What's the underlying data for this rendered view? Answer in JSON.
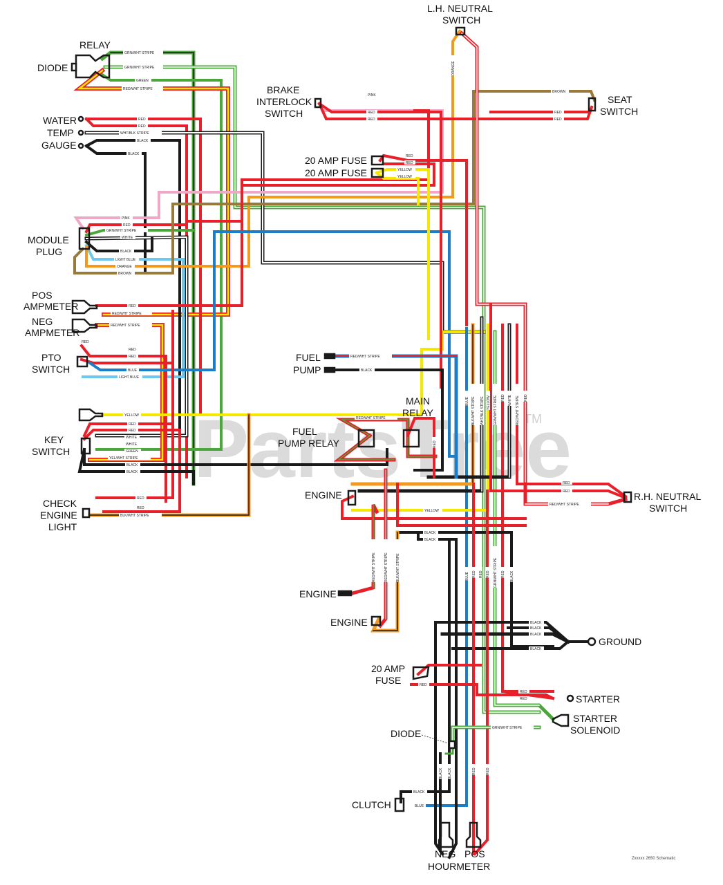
{
  "title": "Zeon wiring schematic",
  "caption": "Zxxxxx 2650 Schematic",
  "watermark": {
    "text": "PartsTree",
    "trademark": "TM"
  },
  "colors": {
    "red": "#e8202a",
    "black": "#1a1a1a",
    "green": "#4aa83a",
    "yellow": "#f5e800",
    "orange": "#f39a1e",
    "brown": "#9a7a3a",
    "pink": "#f0a8c8",
    "blue": "#1a7fc8",
    "light_blue": "#6cc8ef",
    "white": "#ffffff"
  },
  "components": {
    "relay": "RELAY",
    "diode_top": "DIODE",
    "water_temp_gauge": [
      "WATER",
      "TEMP",
      "GAUGE"
    ],
    "module_plug": [
      "MODULE",
      "PLUG"
    ],
    "pos_ampmeter": [
      "POS",
      "AMPMETER"
    ],
    "neg_ampmeter": [
      "NEG",
      "AMPMETER"
    ],
    "pto_switch": [
      "PTO",
      "SWITCH"
    ],
    "key_switch": [
      "KEY",
      "SWITCH"
    ],
    "check_engine_light": [
      "CHECK",
      "ENGINE",
      "LIGHT"
    ],
    "lh_neutral_switch": [
      "L.H. NEUTRAL",
      "SWITCH"
    ],
    "brake_interlock_switch": [
      "BRAKE",
      "INTERLOCK",
      "SWITCH"
    ],
    "seat_switch": [
      "SEAT",
      "SWITCH"
    ],
    "fuse_1": "20 AMP FUSE",
    "fuse_2": "20 AMP FUSE",
    "fuel_pump": [
      "FUEL",
      "PUMP"
    ],
    "main_relay": [
      "MAIN",
      "RELAY"
    ],
    "fuel_pump_relay": [
      "FUEL",
      "PUMP RELAY"
    ],
    "engine_1": "ENGINE",
    "engine_2": "ENGINE",
    "engine_3": "ENGINE",
    "rh_neutral_switch": [
      "R.H. NEUTRAL",
      "SWITCH"
    ],
    "ground": "GROUND",
    "fuse_3": [
      "20 AMP",
      "FUSE"
    ],
    "starter": "STARTER",
    "starter_solenoid": [
      "STARTER",
      "SOLENOID"
    ],
    "diode_bottom": "DIODE",
    "clutch": "CLUTCH",
    "hourmeter": [
      "NEG",
      "POS",
      "HOURMETER"
    ]
  },
  "wire_labels": {
    "relay": [
      "GRN/WHT STRIPE",
      "GRN/WHT STRIPE",
      "GREEN",
      "RED/WHT STRIPE"
    ],
    "water_temp": [
      "RED",
      "RED",
      "WHT/BLK STRIPE",
      "BLACK",
      "BLACK"
    ],
    "module_plug": [
      "PINK",
      "RED",
      "GRN/WHT STRIPE",
      "WHITE",
      "BLACK",
      "LIGHT BLUE",
      "ORANGE",
      "BROWN"
    ],
    "pos_ampmeter": [
      "RED",
      "RED/WHT STRIPE"
    ],
    "neg_ampmeter": [
      "RED/WHT STRIPE"
    ],
    "pto_switch": [
      "RED",
      "RED",
      "RED",
      "BLUE",
      "LIGHT BLUE"
    ],
    "key_switch": [
      "YELLOW",
      "RED",
      "RED",
      "WHITE",
      "WHITE",
      "GREEN",
      "YEL/WHT STRIPE",
      "BLACK",
      "BLACK"
    ],
    "check_engine": [
      "RED",
      "RED",
      "BLK/WHT STRIPE"
    ],
    "lh_neutral": [
      "ORANGE"
    ],
    "brake_interlock": [
      "PINK",
      "RED",
      "RED"
    ],
    "seat_switch": [
      "BROWN",
      "RED",
      "RED"
    ],
    "fuses_top": [
      "RED",
      "RED",
      "YELLOW",
      "YELLOW"
    ],
    "fuel_pump": [
      "RED/WHT STRIPE",
      "BLACK"
    ],
    "fuel_pump_relay": [
      "RED/WHT STRIPE"
    ],
    "main_relay": [
      "RED"
    ],
    "vertical_bundle": [
      "BLUE",
      "BLK/WHT STRIPE",
      "WHT/BLK STRIPE",
      "YELLOW",
      "GRN/WHT STRIPE",
      "RED",
      "WHITE",
      "RED/WHT STRIPE",
      "RED"
    ],
    "rh_neutral": [
      "RED",
      "RED",
      "RED/WHT STRIPE"
    ],
    "engine_mid": [
      "YELLOW",
      "BLACK",
      "BLACK"
    ],
    "engine_vertical": [
      "RED/WHT STRIPE",
      "RED/WHT STRIPE",
      "BLK/WHT STRIPE"
    ],
    "lower_vertical": [
      "BLUE",
      "RED",
      "RED",
      "RED",
      "GRN/WHT STRIPE",
      "RED",
      "BLACK"
    ],
    "ground": [
      "BLACK",
      "BLACK",
      "BLACK",
      "BLACK"
    ],
    "fuse_bottom": [
      "RED"
    ],
    "starter": [
      "RED",
      "RED"
    ],
    "starter_solenoid": [
      "GRN/WHT STRIPE"
    ],
    "hourmeter": [
      "BLACK",
      "BLACK",
      "RED",
      "RED"
    ],
    "clutch": [
      "BLACK",
      "BLUE"
    ]
  }
}
